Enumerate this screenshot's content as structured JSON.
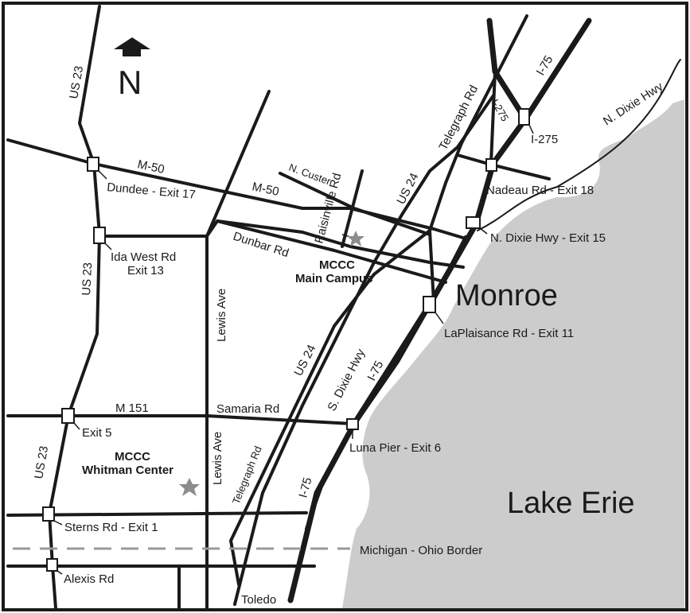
{
  "north": {
    "letter": "N",
    "icon": "north-arrow-icon"
  },
  "cities": {
    "monroe": "Monroe",
    "toledo": "Toledo"
  },
  "lake": "Lake Erie",
  "border": "Michigan - Ohio Border",
  "campuses": {
    "main_line1": "MCCC",
    "main_line2": "Main Campus",
    "whitman_line1": "MCCC",
    "whitman_line2": "Whitman Center",
    "star_icon": "star-icon"
  },
  "roads": {
    "us23_top": "US 23",
    "us23_mid": "US 23",
    "us23_bottom": "US 23",
    "m50_left": "M-50",
    "m50_right": "M-50",
    "n_custer": "N. Custer",
    "raisinville": "Raisinville Rd",
    "dunbar": "Dunbar Rd",
    "lewis_top": "Lewis Ave",
    "lewis_bottom": "Lewis Ave",
    "telegraph_top": "Telegraph Rd",
    "telegraph_bottom": "Telegraph Rd",
    "us24_top": "US 24",
    "us24_bottom": "US 24",
    "s_dixie": "S. Dixie Hwy",
    "i75_top": "I-75",
    "i75_mid": "I-75",
    "i75_bottom": "I-75",
    "i275_diag": "I-275",
    "i275": "I-275",
    "n_dixie": "N. Dixie Hwy",
    "m151": "M 151",
    "samaria": "Samaria Rd"
  },
  "exits": {
    "dundee": "Dundee - Exit 17",
    "ida_west_1": "Ida West Rd",
    "ida_west_2": "Exit 13",
    "exit5": "Exit 5",
    "sterns": "Sterns Rd - Exit 1",
    "alexis": "Alexis Rd",
    "nadeau": "Nadeau Rd - Exit 18",
    "n_dixie_exit": "N. Dixie Hwy - Exit 15",
    "laplaisance": "LaPlaisance Rd - Exit 11",
    "luna_pier": "Luna Pier - Exit 6"
  },
  "colors": {
    "water": "#cccccc",
    "road": "#1a1a1a",
    "star": "#8c8c8c",
    "border_line": "#999999"
  }
}
